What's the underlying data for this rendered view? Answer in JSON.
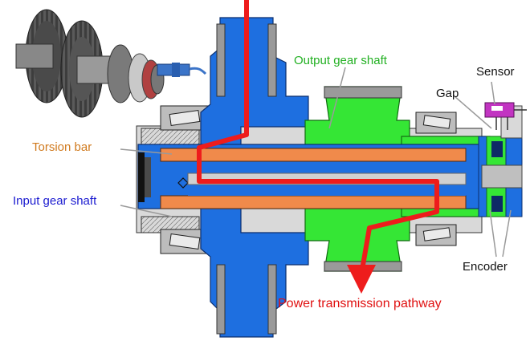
{
  "labels": {
    "torsion_bar": "Torsion bar",
    "input_gear_shaft": "Input gear shaft",
    "output_gear_shaft": "Output gear shaft",
    "gap": "Gap",
    "sensor": "Sensor",
    "encoder": "Encoder",
    "power_pathway": "Power transmission pathway"
  },
  "colors": {
    "input_shaft": "#1e6fe0",
    "output_shaft": "#35e635",
    "torsion_bar": "#f08a4b",
    "housing": "#c4c4c4",
    "sensor": "#c234c2",
    "pathway": "#ee1c1c",
    "label_torsion": "#d07a1e",
    "label_input": "#1a1ad0",
    "label_output": "#22b022",
    "label_power": "#e01010",
    "label_dark": "#111111"
  },
  "icons": {
    "inset": "gear-assembly-render"
  }
}
